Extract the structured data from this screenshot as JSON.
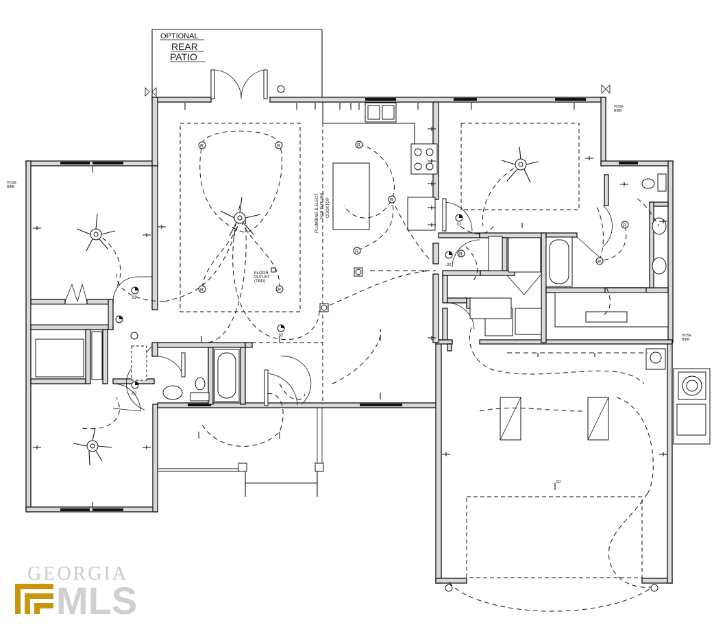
{
  "plan": {
    "patio_title_line1": "OPTIONAL",
    "patio_title_line2": "REAR",
    "patio_title_line3": "PATIO",
    "floor_outlet_line1": "FLOOR",
    "floor_outlet_line2": "OUTLET",
    "floor_outlet_line3": "(TBD)",
    "plumbing_note_line1": "PLUMBING & ELECT",
    "plumbing_note_line2": "FOR FUTURE",
    "plumbing_note_line3": "COOKTOP",
    "hose_bibb_label_line1": "HOSE",
    "hose_bibb_label_line2": "BIBB",
    "recessed_light_symbol": "R",
    "outlet_label_a": ".02",
    "outlet_label_b": "GD"
  },
  "logo": {
    "wordmark": "GEORGIA",
    "brand": "MLS",
    "accent_color": "#c8960c",
    "text_color": "#cfcfcf"
  }
}
